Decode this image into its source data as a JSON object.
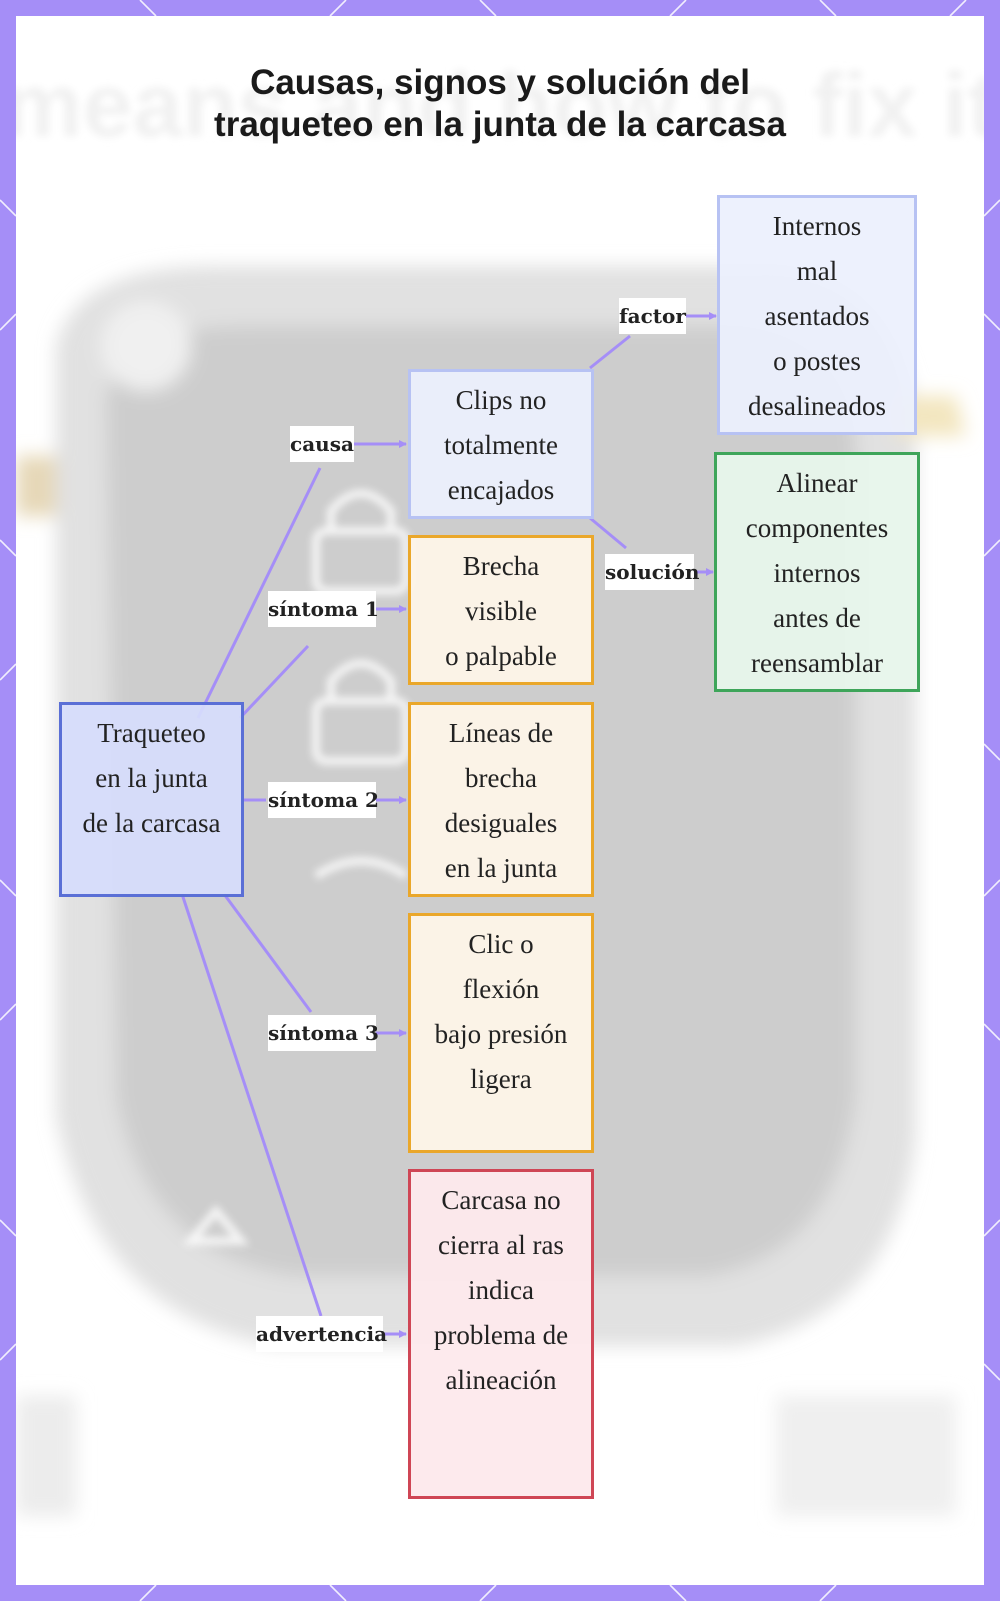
{
  "title": {
    "line1": "Causas, signos y solución del",
    "line2": "traqueteo en la junta de la carcasa"
  },
  "nodes": {
    "root": "Traqueteo\nen la junta\nde la carcasa",
    "cause": "Clips no\ntotalmente\nencajados",
    "factor": "Internos\nmal\nasentados\no postes\ndesalineados",
    "solution": "Alinear\ncomponentes\ninternos\nantes de\nreensamblar",
    "symptom1": "Brecha\nvisible\no palpable",
    "symptom2": "Líneas de\nbrecha\ndesiguales\nen la junta",
    "symptom3": "Clic o\nflexión\nbajo presión\nligera",
    "warning": "Carcasa no\ncierra al ras\nindica\nproblema de\nalineación"
  },
  "edge_labels": {
    "cause": "causa",
    "factor": "factor",
    "solution": "solución",
    "symptom1": "síntoma 1",
    "symptom2": "síntoma 2",
    "symptom3": "síntoma 3",
    "warning": "advertencia"
  },
  "colors": {
    "frame": "#a58ef7",
    "edge": "#a58ef7",
    "root_border": "#5a6fd6",
    "cause_border": "#b7c2f3",
    "symptom_border": "#eaa72a",
    "solution_border": "#3ea55a",
    "warning_border": "#cf4655"
  }
}
